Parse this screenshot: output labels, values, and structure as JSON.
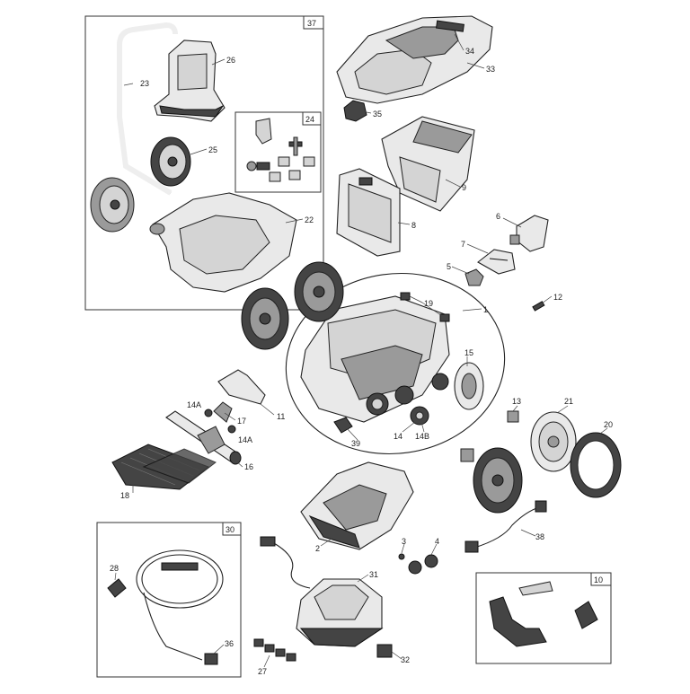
{
  "kit_boxes": [
    {
      "id": "box-37",
      "label": "37"
    },
    {
      "id": "box-24",
      "label": "24"
    },
    {
      "id": "box-30",
      "label": "30"
    },
    {
      "id": "box-10",
      "label": "10"
    }
  ],
  "callouts": [
    {
      "id": "23",
      "label": "23"
    },
    {
      "id": "26",
      "label": "26"
    },
    {
      "id": "25",
      "label": "25"
    },
    {
      "id": "22",
      "label": "22"
    },
    {
      "id": "24",
      "label": "24"
    },
    {
      "id": "33",
      "label": "33"
    },
    {
      "id": "34",
      "label": "34"
    },
    {
      "id": "35",
      "label": "35"
    },
    {
      "id": "9",
      "label": "9"
    },
    {
      "id": "8",
      "label": "8"
    },
    {
      "id": "6",
      "label": "6"
    },
    {
      "id": "7",
      "label": "7"
    },
    {
      "id": "5",
      "label": "5"
    },
    {
      "id": "12",
      "label": "12"
    },
    {
      "id": "1",
      "label": "1"
    },
    {
      "id": "19",
      "label": "19"
    },
    {
      "id": "15",
      "label": "15"
    },
    {
      "id": "11",
      "label": "11"
    },
    {
      "id": "14A-top",
      "label": "14A"
    },
    {
      "id": "17",
      "label": "17"
    },
    {
      "id": "14A-bottom",
      "label": "14A"
    },
    {
      "id": "16",
      "label": "16"
    },
    {
      "id": "18",
      "label": "18"
    },
    {
      "id": "39",
      "label": "39"
    },
    {
      "id": "14",
      "label": "14"
    },
    {
      "id": "14B",
      "label": "14B"
    },
    {
      "id": "13",
      "label": "13"
    },
    {
      "id": "21",
      "label": "21"
    },
    {
      "id": "20",
      "label": "20"
    },
    {
      "id": "2",
      "label": "2"
    },
    {
      "id": "38",
      "label": "38"
    },
    {
      "id": "3",
      "label": "3"
    },
    {
      "id": "4",
      "label": "4"
    },
    {
      "id": "28",
      "label": "28"
    },
    {
      "id": "31",
      "label": "31"
    },
    {
      "id": "36",
      "label": "36"
    },
    {
      "id": "27",
      "label": "27"
    },
    {
      "id": "32",
      "label": "32"
    }
  ]
}
